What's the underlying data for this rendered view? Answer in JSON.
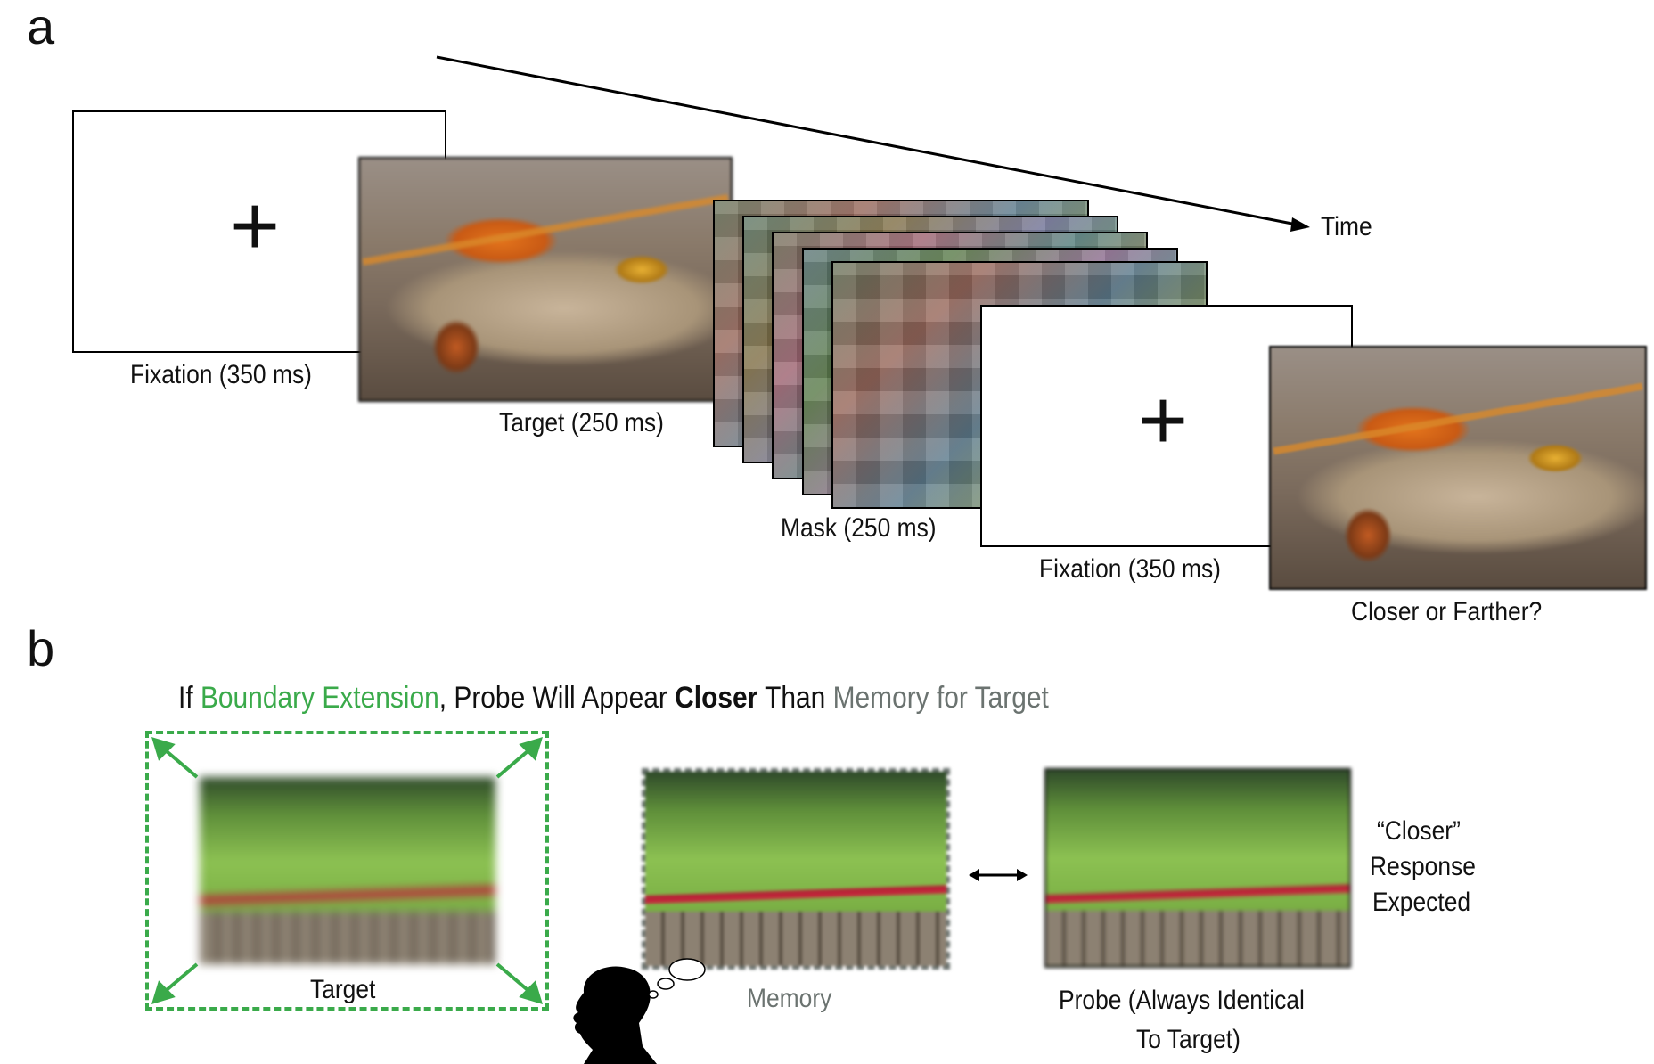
{
  "panel_a": {
    "letter": "a",
    "time_label": "Time",
    "steps": [
      {
        "label": "Fixation (350 ms)",
        "symbol": "+"
      },
      {
        "label": "Target (250 ms)"
      },
      {
        "label": "Mask (250 ms)"
      },
      {
        "label": "Fixation (350 ms)",
        "symbol": "+"
      },
      {
        "label": "Closer or Farther?"
      }
    ]
  },
  "panel_b": {
    "letter": "b",
    "headline": {
      "part1": "If ",
      "part2": "Boundary Extension",
      "part3": ", Probe Will Appear ",
      "part4": "Closer",
      "part5": " Than ",
      "part6": "Memory for Target"
    },
    "target_label": "Target",
    "memory_label": "Memory",
    "probe_label_line1": "Probe (Always Identical",
    "probe_label_line2": "To Target)",
    "response_line1": "“Closer”",
    "response_line2": "Response",
    "response_line3": "Expected"
  },
  "colors": {
    "boundary_green": "#3aaa4a",
    "memory_gray": "#6b7370",
    "text": "#111111"
  }
}
